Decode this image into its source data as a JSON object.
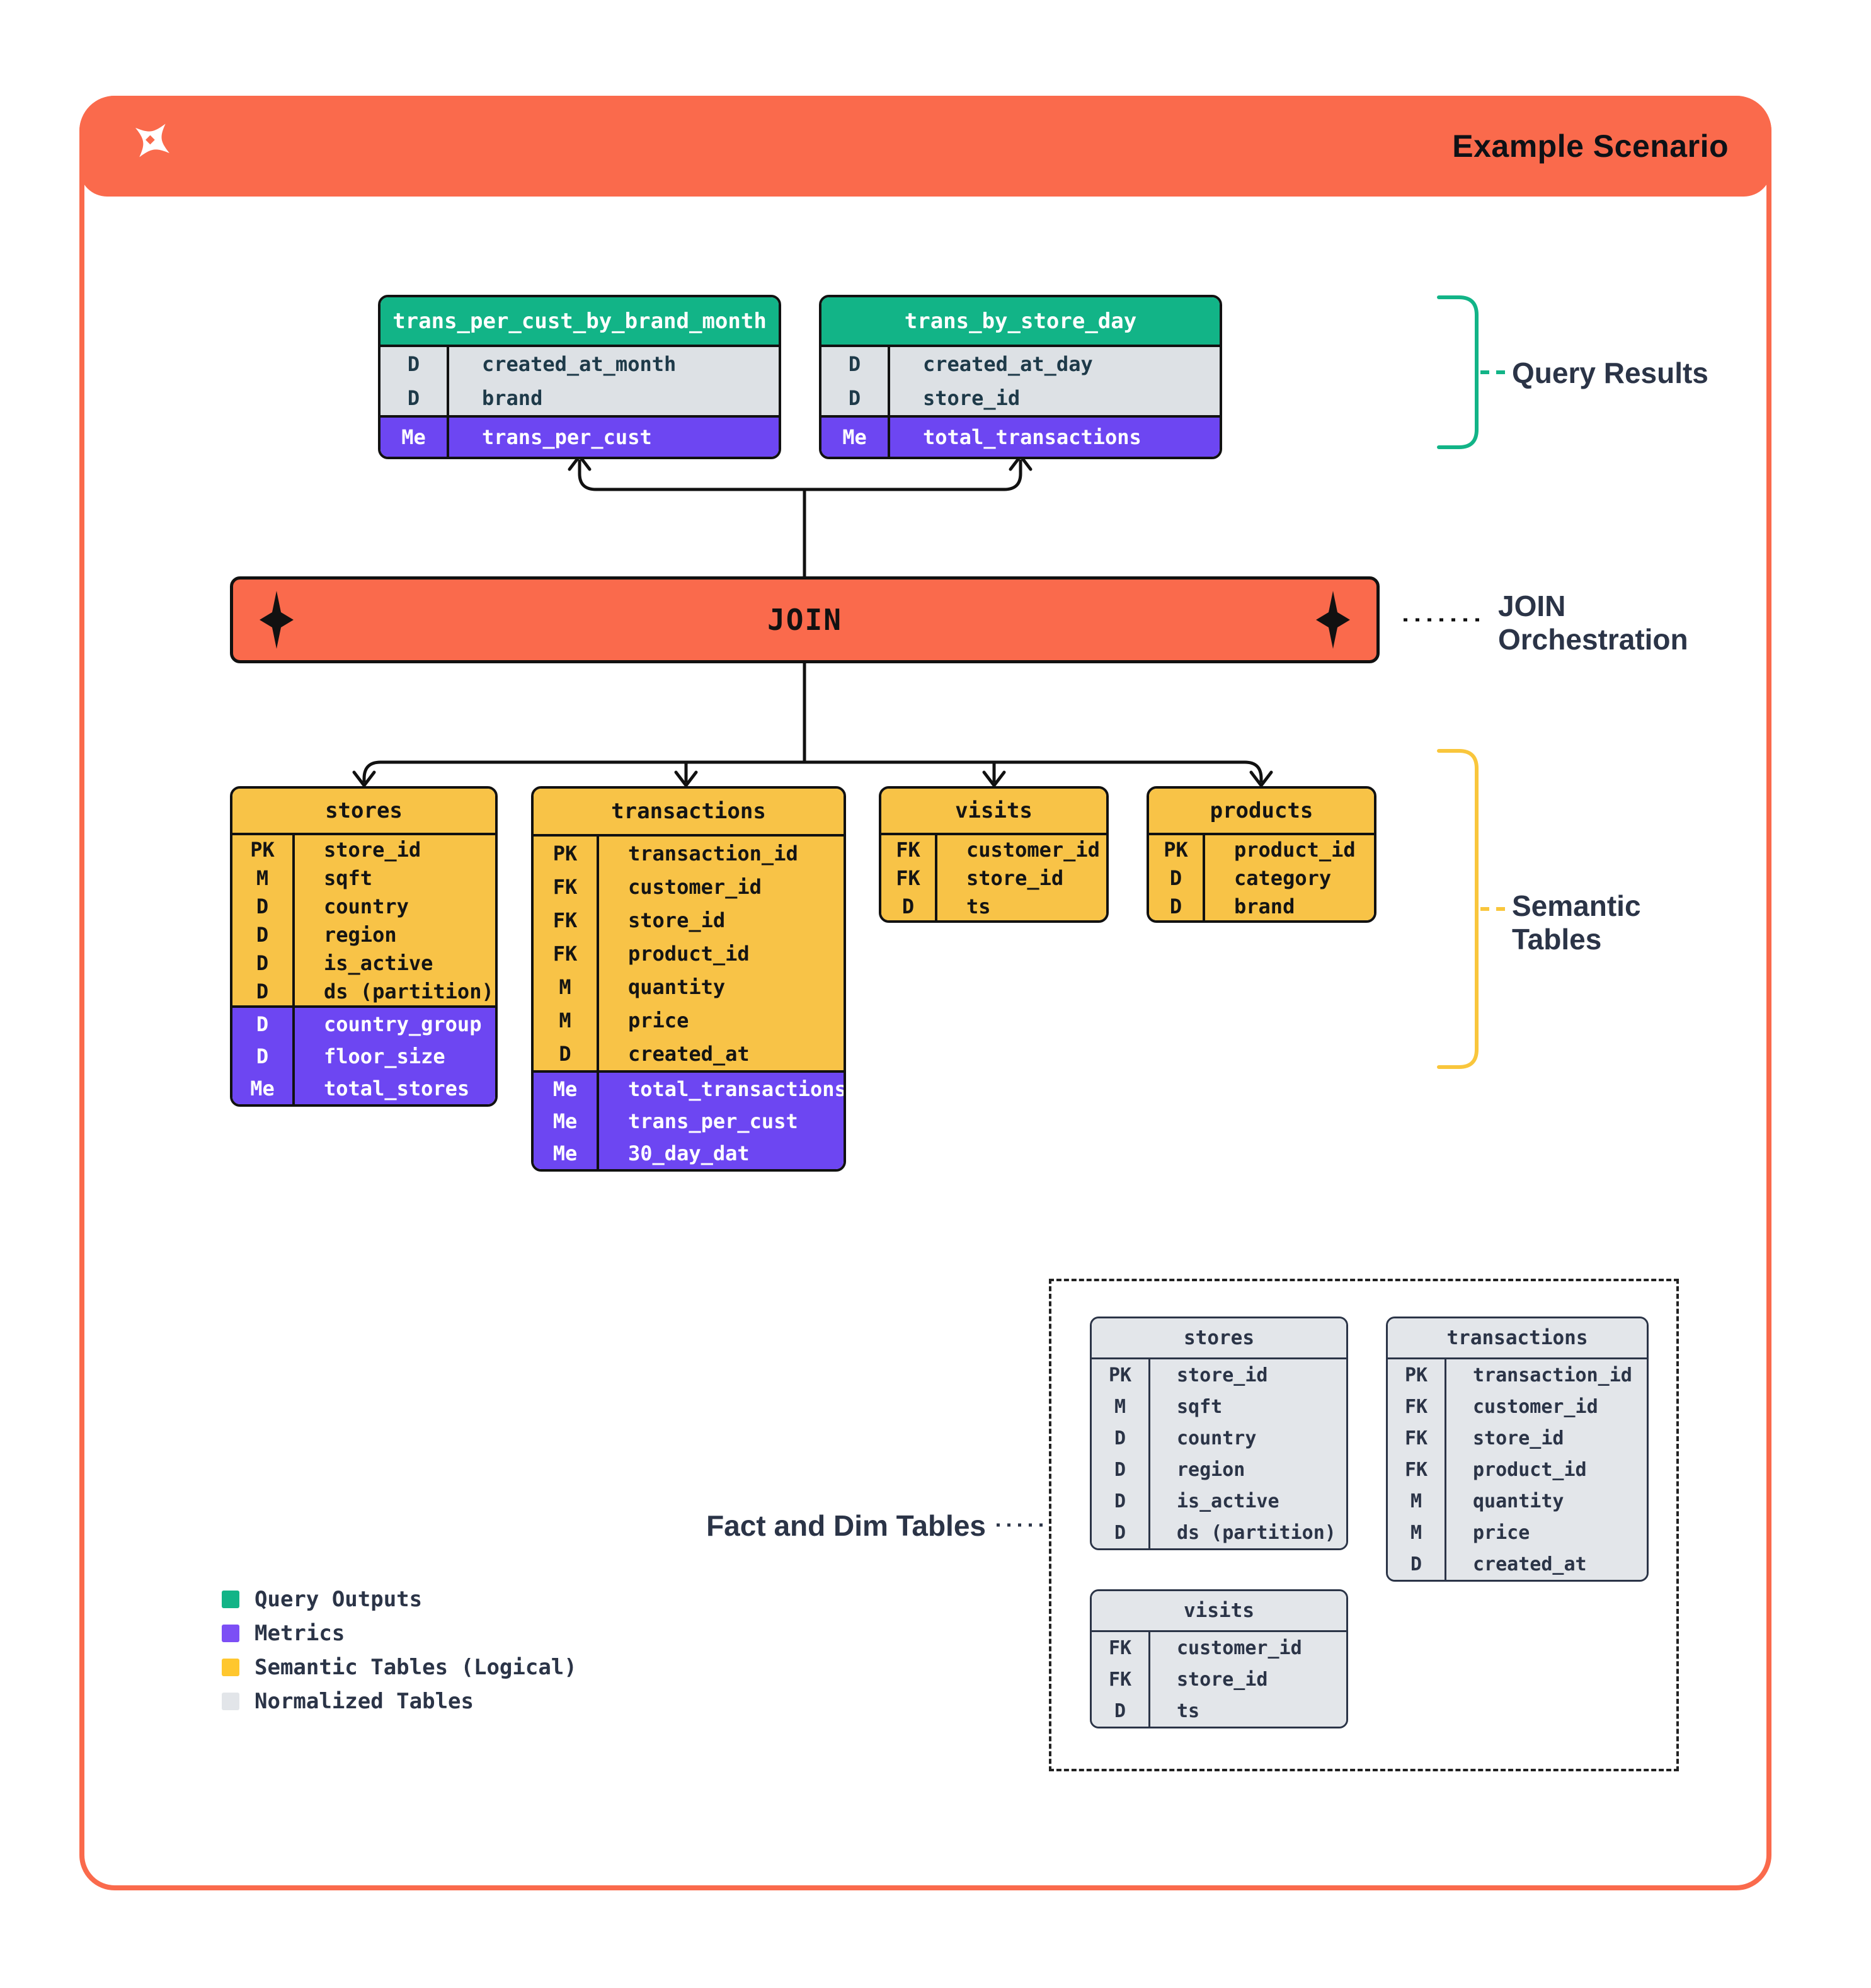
{
  "header": {
    "title": "Example Scenario",
    "logo": "pinwheel-x-logo"
  },
  "join_bar": {
    "label": "JOIN"
  },
  "annotations": {
    "query_results": "Query Results",
    "join_orchestration_lines": [
      "JOIN",
      "Orchestration"
    ],
    "semantic_tables_lines": [
      "Semantic",
      "Tables"
    ],
    "fact_dim": "Fact and Dim Tables"
  },
  "legend": {
    "items": [
      {
        "icon": "green-swatch",
        "color": "#12B487",
        "label": "Query Outputs"
      },
      {
        "icon": "purple-swatch",
        "color": "#7C4FF5",
        "label": "Metrics"
      },
      {
        "icon": "yellow-swatch",
        "color": "#FFC72E",
        "label": "Semantic Tables (Logical)"
      },
      {
        "icon": "grey-swatch",
        "color": "#E2E5E9",
        "label": "Normalized Tables"
      }
    ]
  },
  "tables": [
    {
      "slot": "qr-0",
      "variant": "green",
      "name": "trans_per_cust_by_brand_month",
      "rows": [
        {
          "key": "D",
          "field": "created_at_month",
          "section": "dim"
        },
        {
          "key": "D",
          "field": "brand",
          "section": "dim"
        },
        {
          "key": "Me",
          "field": "trans_per_cust",
          "section": "metric"
        }
      ]
    },
    {
      "slot": "qr-1",
      "variant": "green",
      "name": "trans_by_store_day",
      "rows": [
        {
          "key": "D",
          "field": "created_at_day",
          "section": "dim"
        },
        {
          "key": "D",
          "field": "store_id",
          "section": "dim"
        },
        {
          "key": "Me",
          "field": "total_transactions",
          "section": "metric"
        }
      ]
    },
    {
      "slot": "sem-stores",
      "variant": "yellow",
      "name": "stores",
      "rows": [
        {
          "key": "PK",
          "field": "store_id",
          "section": "dim"
        },
        {
          "key": "M",
          "field": "sqft",
          "section": "dim"
        },
        {
          "key": "D",
          "field": "country",
          "section": "dim"
        },
        {
          "key": "D",
          "field": "region",
          "section": "dim"
        },
        {
          "key": "D",
          "field": "is_active",
          "section": "dim"
        },
        {
          "key": "D",
          "field": "ds (partition)",
          "section": "dim"
        },
        {
          "key": "D",
          "field": "country_group",
          "section": "metric"
        },
        {
          "key": "D",
          "field": "floor_size",
          "section": "metric"
        },
        {
          "key": "Me",
          "field": "total_stores",
          "section": "metric"
        }
      ]
    },
    {
      "slot": "sem-transactions",
      "variant": "yellow",
      "name": "transactions",
      "rows": [
        {
          "key": "PK",
          "field": "transaction_id",
          "section": "dim"
        },
        {
          "key": "FK",
          "field": "customer_id",
          "section": "dim"
        },
        {
          "key": "FK",
          "field": "store_id",
          "section": "dim"
        },
        {
          "key": "FK",
          "field": "product_id",
          "section": "dim"
        },
        {
          "key": "M",
          "field": "quantity",
          "section": "dim"
        },
        {
          "key": "M",
          "field": "price",
          "section": "dim"
        },
        {
          "key": "D",
          "field": "created_at",
          "section": "dim"
        },
        {
          "key": "Me",
          "field": "total_transactions",
          "section": "metric"
        },
        {
          "key": "Me",
          "field": "trans_per_cust",
          "section": "metric"
        },
        {
          "key": "Me",
          "field": "30_day_dat",
          "section": "metric"
        }
      ]
    },
    {
      "slot": "sem-visits",
      "variant": "yellow",
      "name": "visits",
      "rows": [
        {
          "key": "FK",
          "field": "customer_id",
          "section": "dim"
        },
        {
          "key": "FK",
          "field": "store_id",
          "section": "dim"
        },
        {
          "key": "D",
          "field": "ts",
          "section": "dim"
        }
      ]
    },
    {
      "slot": "sem-products",
      "variant": "yellow",
      "name": "products",
      "rows": [
        {
          "key": "PK",
          "field": "product_id",
          "section": "dim"
        },
        {
          "key": "D",
          "field": "category",
          "section": "dim"
        },
        {
          "key": "D",
          "field": "brand",
          "section": "dim"
        }
      ]
    },
    {
      "slot": "norm-stores",
      "variant": "grey",
      "name": "stores",
      "rows": [
        {
          "key": "PK",
          "field": "store_id",
          "section": "dim"
        },
        {
          "key": "M",
          "field": "sqft",
          "section": "dim"
        },
        {
          "key": "D",
          "field": "country",
          "section": "dim"
        },
        {
          "key": "D",
          "field": "region",
          "section": "dim"
        },
        {
          "key": "D",
          "field": "is_active",
          "section": "dim"
        },
        {
          "key": "D",
          "field": "ds (partition)",
          "section": "dim"
        }
      ]
    },
    {
      "slot": "norm-transactions",
      "variant": "grey",
      "name": "transactions",
      "rows": [
        {
          "key": "PK",
          "field": "transaction_id",
          "section": "dim"
        },
        {
          "key": "FK",
          "field": "customer_id",
          "section": "dim"
        },
        {
          "key": "FK",
          "field": "store_id",
          "section": "dim"
        },
        {
          "key": "FK",
          "field": "product_id",
          "section": "dim"
        },
        {
          "key": "M",
          "field": "quantity",
          "section": "dim"
        },
        {
          "key": "M",
          "field": "price",
          "section": "dim"
        },
        {
          "key": "D",
          "field": "created_at",
          "section": "dim"
        }
      ]
    },
    {
      "slot": "norm-visits",
      "variant": "grey",
      "name": "visits",
      "rows": [
        {
          "key": "FK",
          "field": "customer_id",
          "section": "dim"
        },
        {
          "key": "FK",
          "field": "store_id",
          "section": "dim"
        },
        {
          "key": "D",
          "field": "ts",
          "section": "dim"
        }
      ]
    }
  ],
  "colors": {
    "orange": "#FA6A4C",
    "green": "#12B487",
    "purple": "#6D46F2",
    "yellow": "#F8C347",
    "grey_row": "#DDE1E5",
    "grey_table": "#E3E6EA",
    "navy_text": "#2B3447",
    "ink": "#111111"
  }
}
